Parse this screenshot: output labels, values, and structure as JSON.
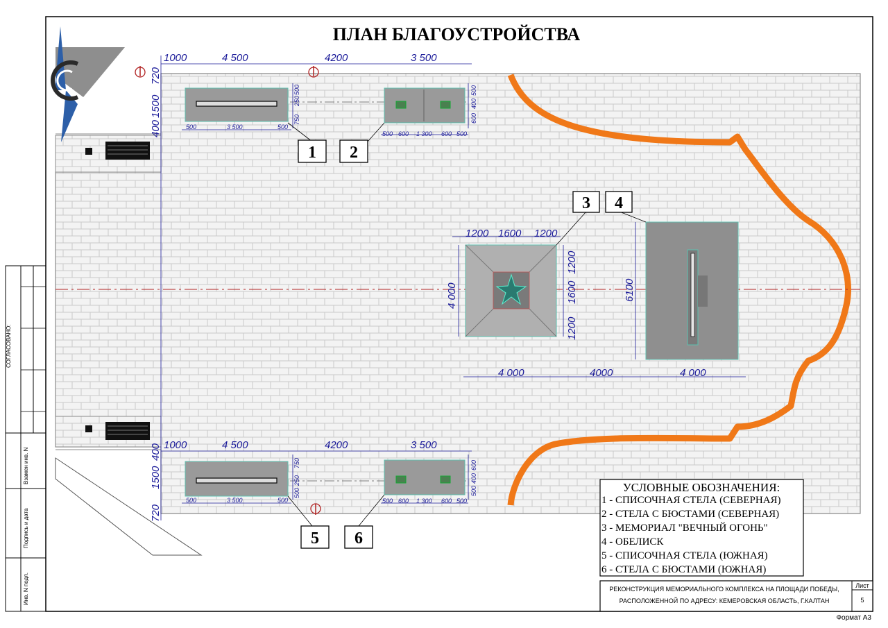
{
  "title": "ПЛАН БЛАГОУСТРОЙСТВА",
  "colors": {
    "paving": "#f2f2f2",
    "object": "#9a9a9a",
    "dimension": "#1a1a99",
    "orange_border": "#f07818",
    "axis": "#b02020"
  },
  "icons": [
    "compass-logo-icon",
    "bench-icon",
    "lamp-icon",
    "north-marker-icon"
  ],
  "dims_top": [
    "1000",
    "4 500",
    "4200",
    "3 500"
  ],
  "dims_top_left": [
    "720",
    "1500",
    "400"
  ],
  "dims_stela1": [
    "500",
    "3 500",
    "500",
    "250",
    "500",
    "750"
  ],
  "dims_stela2": [
    "500",
    "600",
    "1 300",
    "600",
    "500",
    "500",
    "400",
    "600"
  ],
  "dims_bottom": [
    "1000",
    "4 500",
    "4200",
    "3 500"
  ],
  "dims_bottom_left": [
    "400",
    "1500",
    "720"
  ],
  "dims_stela5": [
    "500",
    "3 500",
    "500",
    "750",
    "250",
    "500"
  ],
  "dims_stela6": [
    "500",
    "600",
    "1 300",
    "600",
    "500",
    "600",
    "400",
    "500"
  ],
  "dims_memorial": {
    "top": [
      "1200",
      "1600",
      "1200"
    ],
    "left": "4 000",
    "right": [
      "1200",
      "1600",
      "1200"
    ],
    "bottom": "4 000",
    "gap": "4000",
    "obelisk_width": "4 000",
    "obelisk_height": "6100"
  },
  "tags": [
    "1",
    "2",
    "3",
    "4",
    "5",
    "6"
  ],
  "legend": {
    "title": "УСЛОВНЫЕ ОБОЗНАЧЕНИЯ:",
    "items": [
      "1 - СПИСОЧНАЯ СТЕЛА (СЕВЕРНАЯ)",
      "2 - СТЕЛА С БЮСТАМИ (СЕВЕРНАЯ)",
      "3 - МЕМОРИАЛ \"ВЕЧНЫЙ ОГОНЬ\"",
      "4 - ОБЕЛИСК",
      "5 - СПИСОЧНАЯ СТЕЛА (ЮЖНАЯ)",
      "6 - СТЕЛА С БЮСТАМИ (ЮЖНАЯ)"
    ]
  },
  "stamp": {
    "line1": "РЕКОНСТРУКЦИЯ МЕМОРИАЛЬНОГО КОМПЛЕКСА НА ПЛОЩАДИ ПОБЕДЫ,",
    "line2": "РАСПОЛОЖЕННОЙ ПО АДРЕСУ:  КЕМЕРОВСКАЯ ОБЛАСТЬ, Г.КАЛТАН",
    "sheet_label": "Лист",
    "sheet_number": "5"
  },
  "format": "Формат А3",
  "side_labels": {
    "agreed": "СОГЛАСОВАНО:",
    "replace_inv": "Взамен инв. N",
    "sign_date": "Подпись и дата",
    "inv_orig": "Инв. N подл."
  }
}
